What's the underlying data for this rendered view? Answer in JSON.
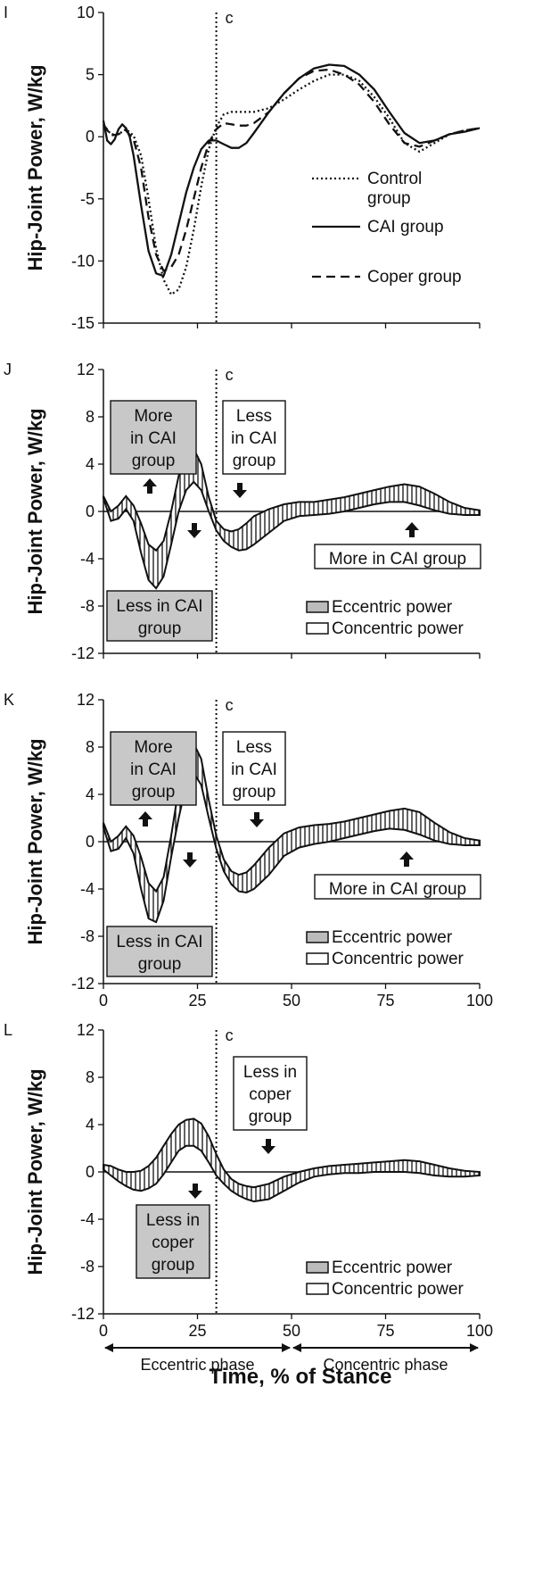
{
  "chart_data": [
    {
      "panel": "I",
      "type": "line",
      "ylabel": "Hip-Joint Power, W/kg",
      "ylim": [
        -15,
        10
      ],
      "yticks": [
        "10",
        "5",
        "0",
        "-5",
        "-10",
        "-15"
      ],
      "xlim": [
        0,
        100
      ],
      "vline_label": "c",
      "vline_x": 30,
      "legend": [
        "Control\ngroup",
        "CAI group",
        "Coper group"
      ],
      "series": [
        {
          "name": "Control group",
          "style": "dotted",
          "x": [
            0,
            2,
            4,
            6,
            8,
            10,
            12,
            14,
            16,
            18,
            20,
            22,
            24,
            26,
            28,
            30,
            32,
            34,
            36,
            38,
            40,
            44,
            48,
            52,
            56,
            60,
            64,
            68,
            72,
            76,
            80,
            84,
            88,
            92,
            96,
            100
          ],
          "y": [
            1,
            0.2,
            0.2,
            0.6,
            0.1,
            -1.5,
            -5,
            -9,
            -11.5,
            -12.7,
            -12.3,
            -10.5,
            -7.5,
            -4,
            -1,
            0.8,
            1.8,
            2,
            2,
            2,
            2,
            2.3,
            3,
            3.8,
            4.5,
            5,
            5,
            4.5,
            3.2,
            1.5,
            -0.5,
            -1.2,
            -0.5,
            0.2,
            0.5,
            0.7
          ]
        },
        {
          "name": "CAI group",
          "style": "solid",
          "x": [
            0,
            1,
            2,
            3,
            4,
            5,
            6,
            7,
            8,
            10,
            12,
            14,
            16,
            18,
            20,
            22,
            24,
            26,
            28,
            30,
            32,
            34,
            36,
            38,
            40,
            44,
            48,
            52,
            56,
            60,
            64,
            68,
            72,
            76,
            80,
            84,
            88,
            92,
            96,
            100
          ],
          "y": [
            1.3,
            -0.3,
            -0.6,
            -0.2,
            0.6,
            1,
            0.7,
            0,
            -1.5,
            -5.5,
            -9.2,
            -11,
            -11.2,
            -9.5,
            -7,
            -4.5,
            -2.5,
            -1,
            -0.3,
            -0.3,
            -0.6,
            -0.9,
            -0.9,
            -0.5,
            0.3,
            2,
            3.5,
            4.7,
            5.5,
            5.8,
            5.7,
            5,
            3.8,
            2,
            0.3,
            -0.5,
            -0.3,
            0.2,
            0.4,
            0.7
          ]
        },
        {
          "name": "Coper group",
          "style": "dashed",
          "x": [
            0,
            2,
            4,
            6,
            8,
            10,
            12,
            14,
            16,
            18,
            20,
            22,
            24,
            26,
            28,
            30,
            32,
            34,
            36,
            38,
            40,
            44,
            48,
            52,
            56,
            60,
            64,
            68,
            72,
            76,
            80,
            84,
            88,
            92,
            96,
            100
          ],
          "y": [
            1,
            0.1,
            0.2,
            0.5,
            -0.2,
            -2.5,
            -6.5,
            -9.5,
            -10.8,
            -10.5,
            -9.5,
            -7.5,
            -5,
            -2.5,
            -0.5,
            0.6,
            1.1,
            1,
            0.9,
            0.9,
            1.1,
            2,
            3.5,
            4.7,
            5.3,
            5.4,
            5,
            4.2,
            2.8,
            1,
            -0.5,
            -0.8,
            -0.3,
            0.2,
            0.5,
            0.7
          ]
        }
      ]
    },
    {
      "panel": "J",
      "type": "area",
      "ylabel": "Hip-Joint Power, W/kg",
      "ylim": [
        -12,
        12
      ],
      "yticks": [
        "12",
        "8",
        "4",
        "0",
        "-4",
        "-8",
        "-12"
      ],
      "xlim": [
        0,
        100
      ],
      "vline_label": "c",
      "vline_x": 30,
      "legend": [
        "Eccentric power",
        "Concentric power"
      ],
      "annotations": [
        "More\nin CAI\ngroup",
        "Less\nin CAI\ngroup",
        "More in CAI group",
        "Less in CAI\ngroup"
      ],
      "series": [
        {
          "name": "Upper bound",
          "x": [
            0,
            2,
            4,
            6,
            8,
            10,
            12,
            14,
            16,
            18,
            20,
            22,
            24,
            26,
            28,
            30,
            32,
            34,
            36,
            38,
            40,
            44,
            48,
            52,
            56,
            60,
            64,
            68,
            72,
            76,
            80,
            84,
            88,
            92,
            96,
            100
          ],
          "y": [
            1.3,
            0,
            0.5,
            1.3,
            0.5,
            -1,
            -2.8,
            -3.3,
            -2.5,
            0,
            3,
            4.8,
            5.3,
            4,
            1.2,
            -0.8,
            -1.5,
            -1.7,
            -1.5,
            -1,
            -0.4,
            0.2,
            0.6,
            0.8,
            0.8,
            1,
            1.2,
            1.5,
            1.8,
            2.1,
            2.3,
            2.1,
            1.5,
            0.8,
            0.3,
            0.1
          ]
        },
        {
          "name": "Lower bound",
          "x": [
            0,
            2,
            4,
            6,
            8,
            10,
            12,
            14,
            16,
            18,
            20,
            22,
            24,
            26,
            28,
            30,
            32,
            34,
            36,
            38,
            40,
            44,
            48,
            52,
            56,
            60,
            64,
            68,
            72,
            76,
            80,
            84,
            88,
            92,
            96,
            100
          ],
          "y": [
            1.1,
            -0.8,
            -0.6,
            0.2,
            -0.8,
            -3.5,
            -5.8,
            -6.5,
            -5.5,
            -2.8,
            0,
            1.8,
            2.5,
            1.8,
            0,
            -1.6,
            -2.5,
            -3,
            -3.3,
            -3.2,
            -2.8,
            -1.8,
            -0.8,
            -0.4,
            -0.3,
            -0.2,
            0,
            0.3,
            0.6,
            0.8,
            0.8,
            0.5,
            0.1,
            -0.2,
            -0.3,
            -0.3
          ]
        }
      ]
    },
    {
      "panel": "K",
      "type": "area",
      "ylabel": "Hip-Joint Power, W/kg",
      "ylim": [
        -12,
        12
      ],
      "yticks": [
        "12",
        "8",
        "4",
        "0",
        "-4",
        "-8",
        "-12"
      ],
      "xlim": [
        0,
        100
      ],
      "xticks": [
        "0",
        "25",
        "50",
        "75",
        "100"
      ],
      "vline_label": "c",
      "vline_x": 30,
      "legend": [
        "Eccentric power",
        "Concentric power"
      ],
      "annotations": [
        "More\nin CAI\ngroup",
        "Less\nin CAI\ngroup",
        "More in CAI group",
        "Less in CAI\ngroup"
      ],
      "series": [
        {
          "name": "Upper bound",
          "x": [
            0,
            2,
            4,
            6,
            8,
            10,
            12,
            14,
            16,
            18,
            20,
            22,
            24,
            26,
            28,
            30,
            32,
            34,
            36,
            38,
            40,
            44,
            48,
            52,
            56,
            60,
            64,
            68,
            72,
            76,
            80,
            84,
            88,
            92,
            96,
            100
          ],
          "y": [
            1.6,
            0,
            0.5,
            1.3,
            0.5,
            -1.3,
            -3.5,
            -4.2,
            -3,
            0.5,
            4.5,
            7.6,
            8.3,
            7,
            3.5,
            0.5,
            -1.5,
            -2.5,
            -2.8,
            -2.6,
            -2,
            -0.5,
            0.7,
            1.2,
            1.4,
            1.5,
            1.7,
            2,
            2.3,
            2.6,
            2.8,
            2.5,
            1.6,
            0.8,
            0.3,
            0.1
          ]
        },
        {
          "name": "Lower bound",
          "x": [
            0,
            2,
            4,
            6,
            8,
            10,
            12,
            14,
            16,
            18,
            20,
            22,
            24,
            26,
            28,
            30,
            32,
            34,
            36,
            38,
            40,
            44,
            48,
            52,
            56,
            60,
            64,
            68,
            72,
            76,
            80,
            84,
            88,
            92,
            96,
            100
          ],
          "y": [
            1.2,
            -0.8,
            -0.6,
            0.3,
            -1,
            -4,
            -6.5,
            -6.8,
            -5,
            -1.3,
            2,
            4.8,
            5.8,
            4.8,
            2,
            -0.6,
            -2.5,
            -3.6,
            -4.2,
            -4.3,
            -4,
            -2.8,
            -1.2,
            -0.5,
            -0.2,
            0,
            0.3,
            0.6,
            0.9,
            1.1,
            1,
            0.6,
            0.1,
            -0.2,
            -0.3,
            -0.3
          ]
        }
      ]
    },
    {
      "panel": "L",
      "type": "area",
      "ylabel": "Hip-Joint Power, W/kg",
      "xlabel": "Time, % of Stance",
      "ylim": [
        -12,
        12
      ],
      "yticks": [
        "12",
        "8",
        "4",
        "0",
        "-4",
        "-8",
        "-12"
      ],
      "xlim": [
        0,
        100
      ],
      "xticks": [
        "0",
        "25",
        "50",
        "75",
        "100"
      ],
      "vline_label": "c",
      "vline_x": 30,
      "legend": [
        "Eccentric power",
        "Concentric power"
      ],
      "annotations": [
        "Less in\ncoper\ngroup",
        "Less in\ncoper\ngroup"
      ],
      "phases": [
        "Eccentric phase",
        "Concentric phase"
      ],
      "series": [
        {
          "name": "Upper bound",
          "x": [
            0,
            2,
            4,
            6,
            8,
            10,
            12,
            14,
            16,
            18,
            20,
            22,
            24,
            26,
            28,
            30,
            32,
            34,
            36,
            38,
            40,
            44,
            48,
            52,
            56,
            60,
            64,
            68,
            72,
            76,
            80,
            84,
            88,
            92,
            96,
            100
          ],
          "y": [
            0.6,
            0.5,
            0.2,
            0,
            0,
            0.1,
            0.5,
            1.2,
            2.2,
            3.2,
            4,
            4.4,
            4.5,
            4.1,
            3,
            1.5,
            0.2,
            -0.6,
            -1,
            -1.2,
            -1.3,
            -1,
            -0.4,
            0,
            0.3,
            0.5,
            0.6,
            0.7,
            0.8,
            0.9,
            1,
            0.9,
            0.6,
            0.3,
            0.1,
            0
          ]
        },
        {
          "name": "Lower bound",
          "x": [
            0,
            2,
            4,
            6,
            8,
            10,
            12,
            14,
            16,
            18,
            20,
            22,
            24,
            26,
            28,
            30,
            32,
            34,
            36,
            38,
            40,
            44,
            48,
            52,
            56,
            60,
            64,
            68,
            72,
            76,
            80,
            84,
            88,
            92,
            96,
            100
          ],
          "y": [
            0.2,
            -0.3,
            -0.8,
            -1.2,
            -1.5,
            -1.6,
            -1.4,
            -1,
            -0.2,
            0.8,
            1.8,
            2.2,
            2.2,
            1.8,
            0.8,
            -0.3,
            -1,
            -1.6,
            -2,
            -2.3,
            -2.5,
            -2.3,
            -1.6,
            -0.9,
            -0.4,
            -0.2,
            -0.1,
            -0.1,
            0,
            0,
            0,
            -0.1,
            -0.3,
            -0.4,
            -0.4,
            -0.3
          ]
        }
      ]
    }
  ]
}
